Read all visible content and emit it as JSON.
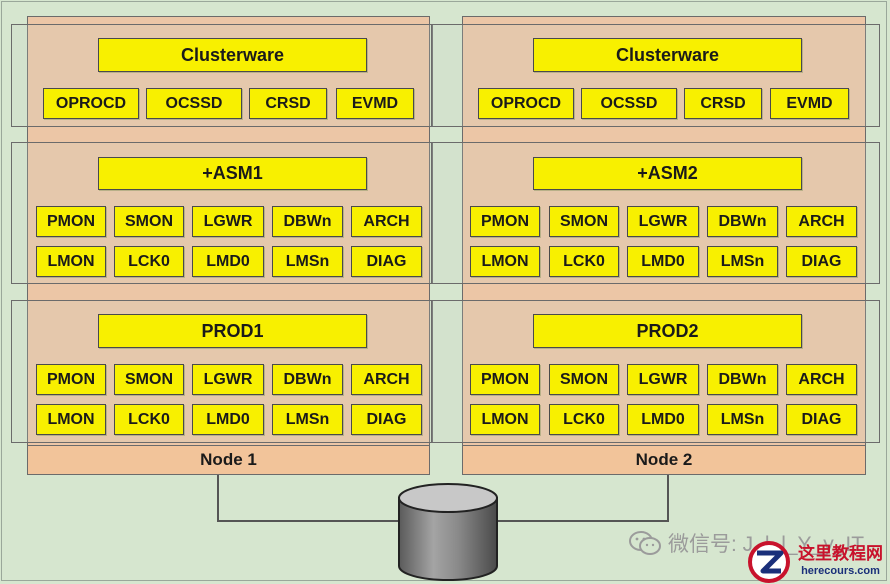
{
  "nodes": [
    {
      "label": "Node 1",
      "clusterware": {
        "title": "Clusterware",
        "processes": [
          "OPROCD",
          "OCSSD",
          "CRSD",
          "EVMD"
        ]
      },
      "asm": {
        "title": "+ASM1",
        "row1": [
          "PMON",
          "SMON",
          "LGWR",
          "DBWn",
          "ARCH"
        ],
        "row2": [
          "LMON",
          "LCK0",
          "LMD0",
          "LMSn",
          "DIAG"
        ]
      },
      "db": {
        "title": "PROD1",
        "row1": [
          "PMON",
          "SMON",
          "LGWR",
          "DBWn",
          "ARCH"
        ],
        "row2": [
          "LMON",
          "LCK0",
          "LMD0",
          "LMSn",
          "DIAG"
        ]
      }
    },
    {
      "label": "Node 2",
      "clusterware": {
        "title": "Clusterware",
        "processes": [
          "OPROCD",
          "OCSSD",
          "CRSD",
          "EVMD"
        ]
      },
      "asm": {
        "title": "+ASM2",
        "row1": [
          "PMON",
          "SMON",
          "LGWR",
          "DBWn",
          "ARCH"
        ],
        "row2": [
          "LMON",
          "LCK0",
          "LMD0",
          "LMSn",
          "DIAG"
        ]
      },
      "db": {
        "title": "PROD2",
        "row1": [
          "PMON",
          "SMON",
          "LGWR",
          "DBWn",
          "ARCH"
        ],
        "row2": [
          "LMON",
          "LCK0",
          "LMD0",
          "LMSn",
          "DIAG"
        ]
      }
    }
  ],
  "watermark": {
    "text": "微信号: J_l_l_Y_y_IT",
    "site_name": "这里教程网",
    "site_url": "herecours.com"
  },
  "colors": {
    "background": "#d6e6cf",
    "node": "#ecc6a6",
    "process_box": "#f8f000",
    "border": "#4a4a4a"
  }
}
